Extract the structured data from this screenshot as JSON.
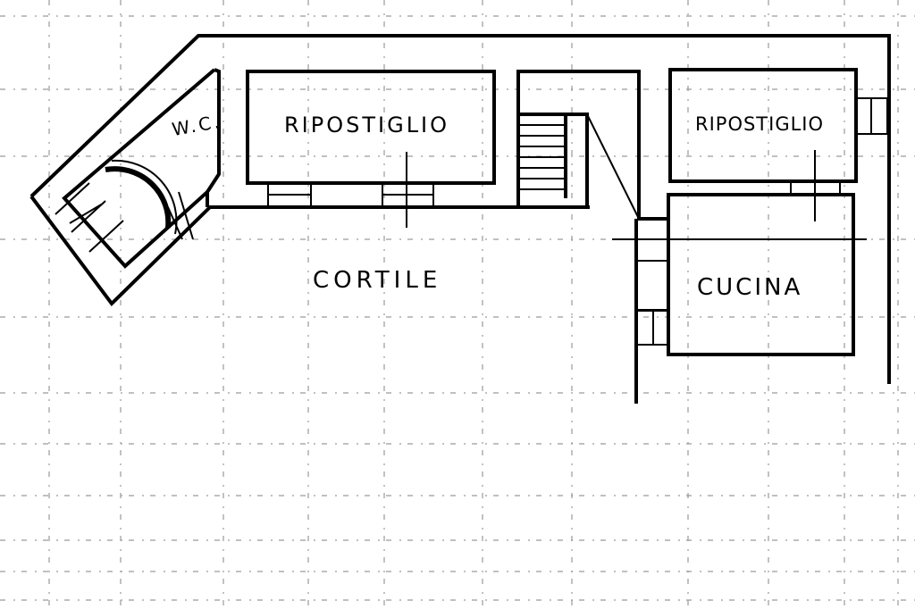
{
  "plan": {
    "rooms": [
      {
        "id": "wc",
        "label": "W.C."
      },
      {
        "id": "ripostiglio-1",
        "label": "RIPOSTIGLIO"
      },
      {
        "id": "ripostiglio-2",
        "label": "RIPOSTIGLIO"
      },
      {
        "id": "cucina",
        "label": "CUCINA"
      }
    ],
    "outdoor": {
      "label": "CORTILE"
    }
  }
}
